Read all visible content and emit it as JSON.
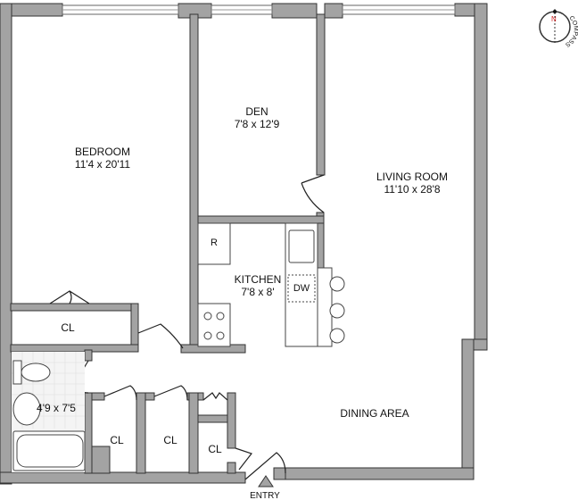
{
  "rooms": {
    "bedroom": {
      "name": "BEDROOM",
      "size": "11'4 x 20'11"
    },
    "den": {
      "name": "DEN",
      "size": "7'8 x 12'9"
    },
    "living": {
      "name": "LIVING ROOM",
      "size": "11'10 x 28'8"
    },
    "kitchen": {
      "name": "KITCHEN",
      "size": "7'8 x 8'"
    },
    "bath": {
      "size": "4'9 x 7'5"
    },
    "dining": {
      "name": "DINING AREA"
    }
  },
  "fixtures": {
    "refrigerator": "R",
    "dishwasher": "DW"
  },
  "closets": [
    "CL",
    "CL",
    "CL",
    "CL"
  ],
  "entry": "ENTRY",
  "compass": {
    "north": "N",
    "label": "COMPASS",
    "north_color": "#d32020"
  },
  "colors": {
    "wall": "#a3a3a3",
    "outline": "#333333"
  }
}
